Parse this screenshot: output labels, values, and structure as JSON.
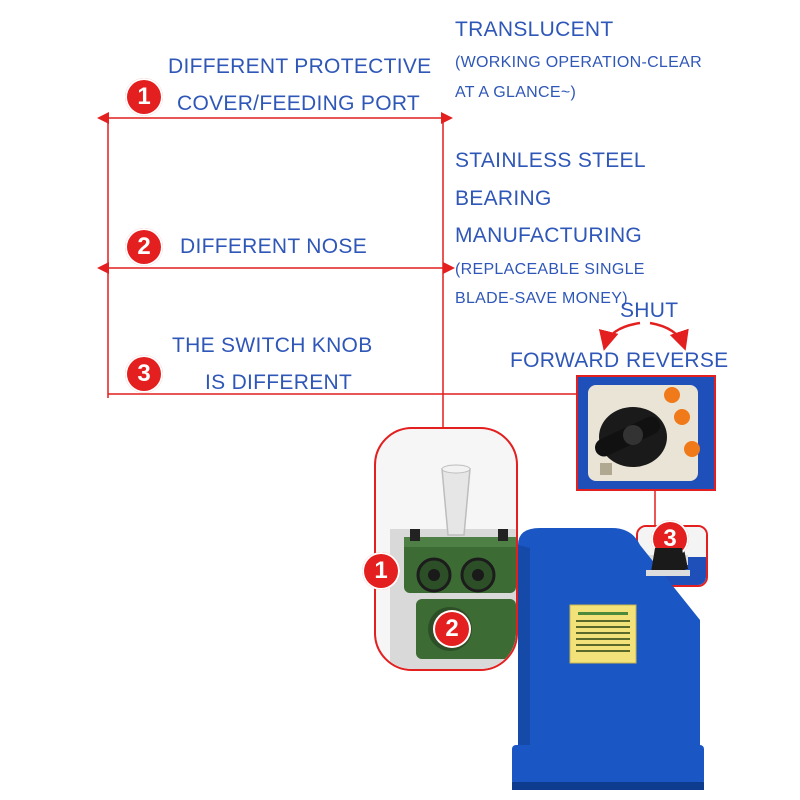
{
  "features": [
    {
      "number": "1",
      "label_line1": "DIFFERENT PROTECTIVE",
      "label_line2": "COVER/FEEDING PORT",
      "desc_line1": "TRANSLUCENT",
      "desc_line2": "(WORKING OPERATION-CLEAR",
      "desc_line3": "AT A GLANCE~)"
    },
    {
      "number": "2",
      "label_line1": "DIFFERENT NOSE",
      "desc_line1": "STAINLESS STEEL",
      "desc_line2": "BEARING",
      "desc_line3": "MANUFACTURING",
      "desc_line4": "(REPLACEABLE SINGLE",
      "desc_line5": "BLADE-SAVE MONEY)"
    },
    {
      "number": "3",
      "label_line1": "THE SWITCH KNOB",
      "label_line2": "IS DIFFERENT"
    }
  ],
  "knob": {
    "shut_label": "SHUT",
    "forward_label": "FORWARD",
    "reverse_label": "REVERSE"
  },
  "colors": {
    "text_blue": "#2f57b8",
    "accent_red": "#e31f1f",
    "machine_blue": "#1a56c4",
    "roller_green": "#3c6b34"
  }
}
